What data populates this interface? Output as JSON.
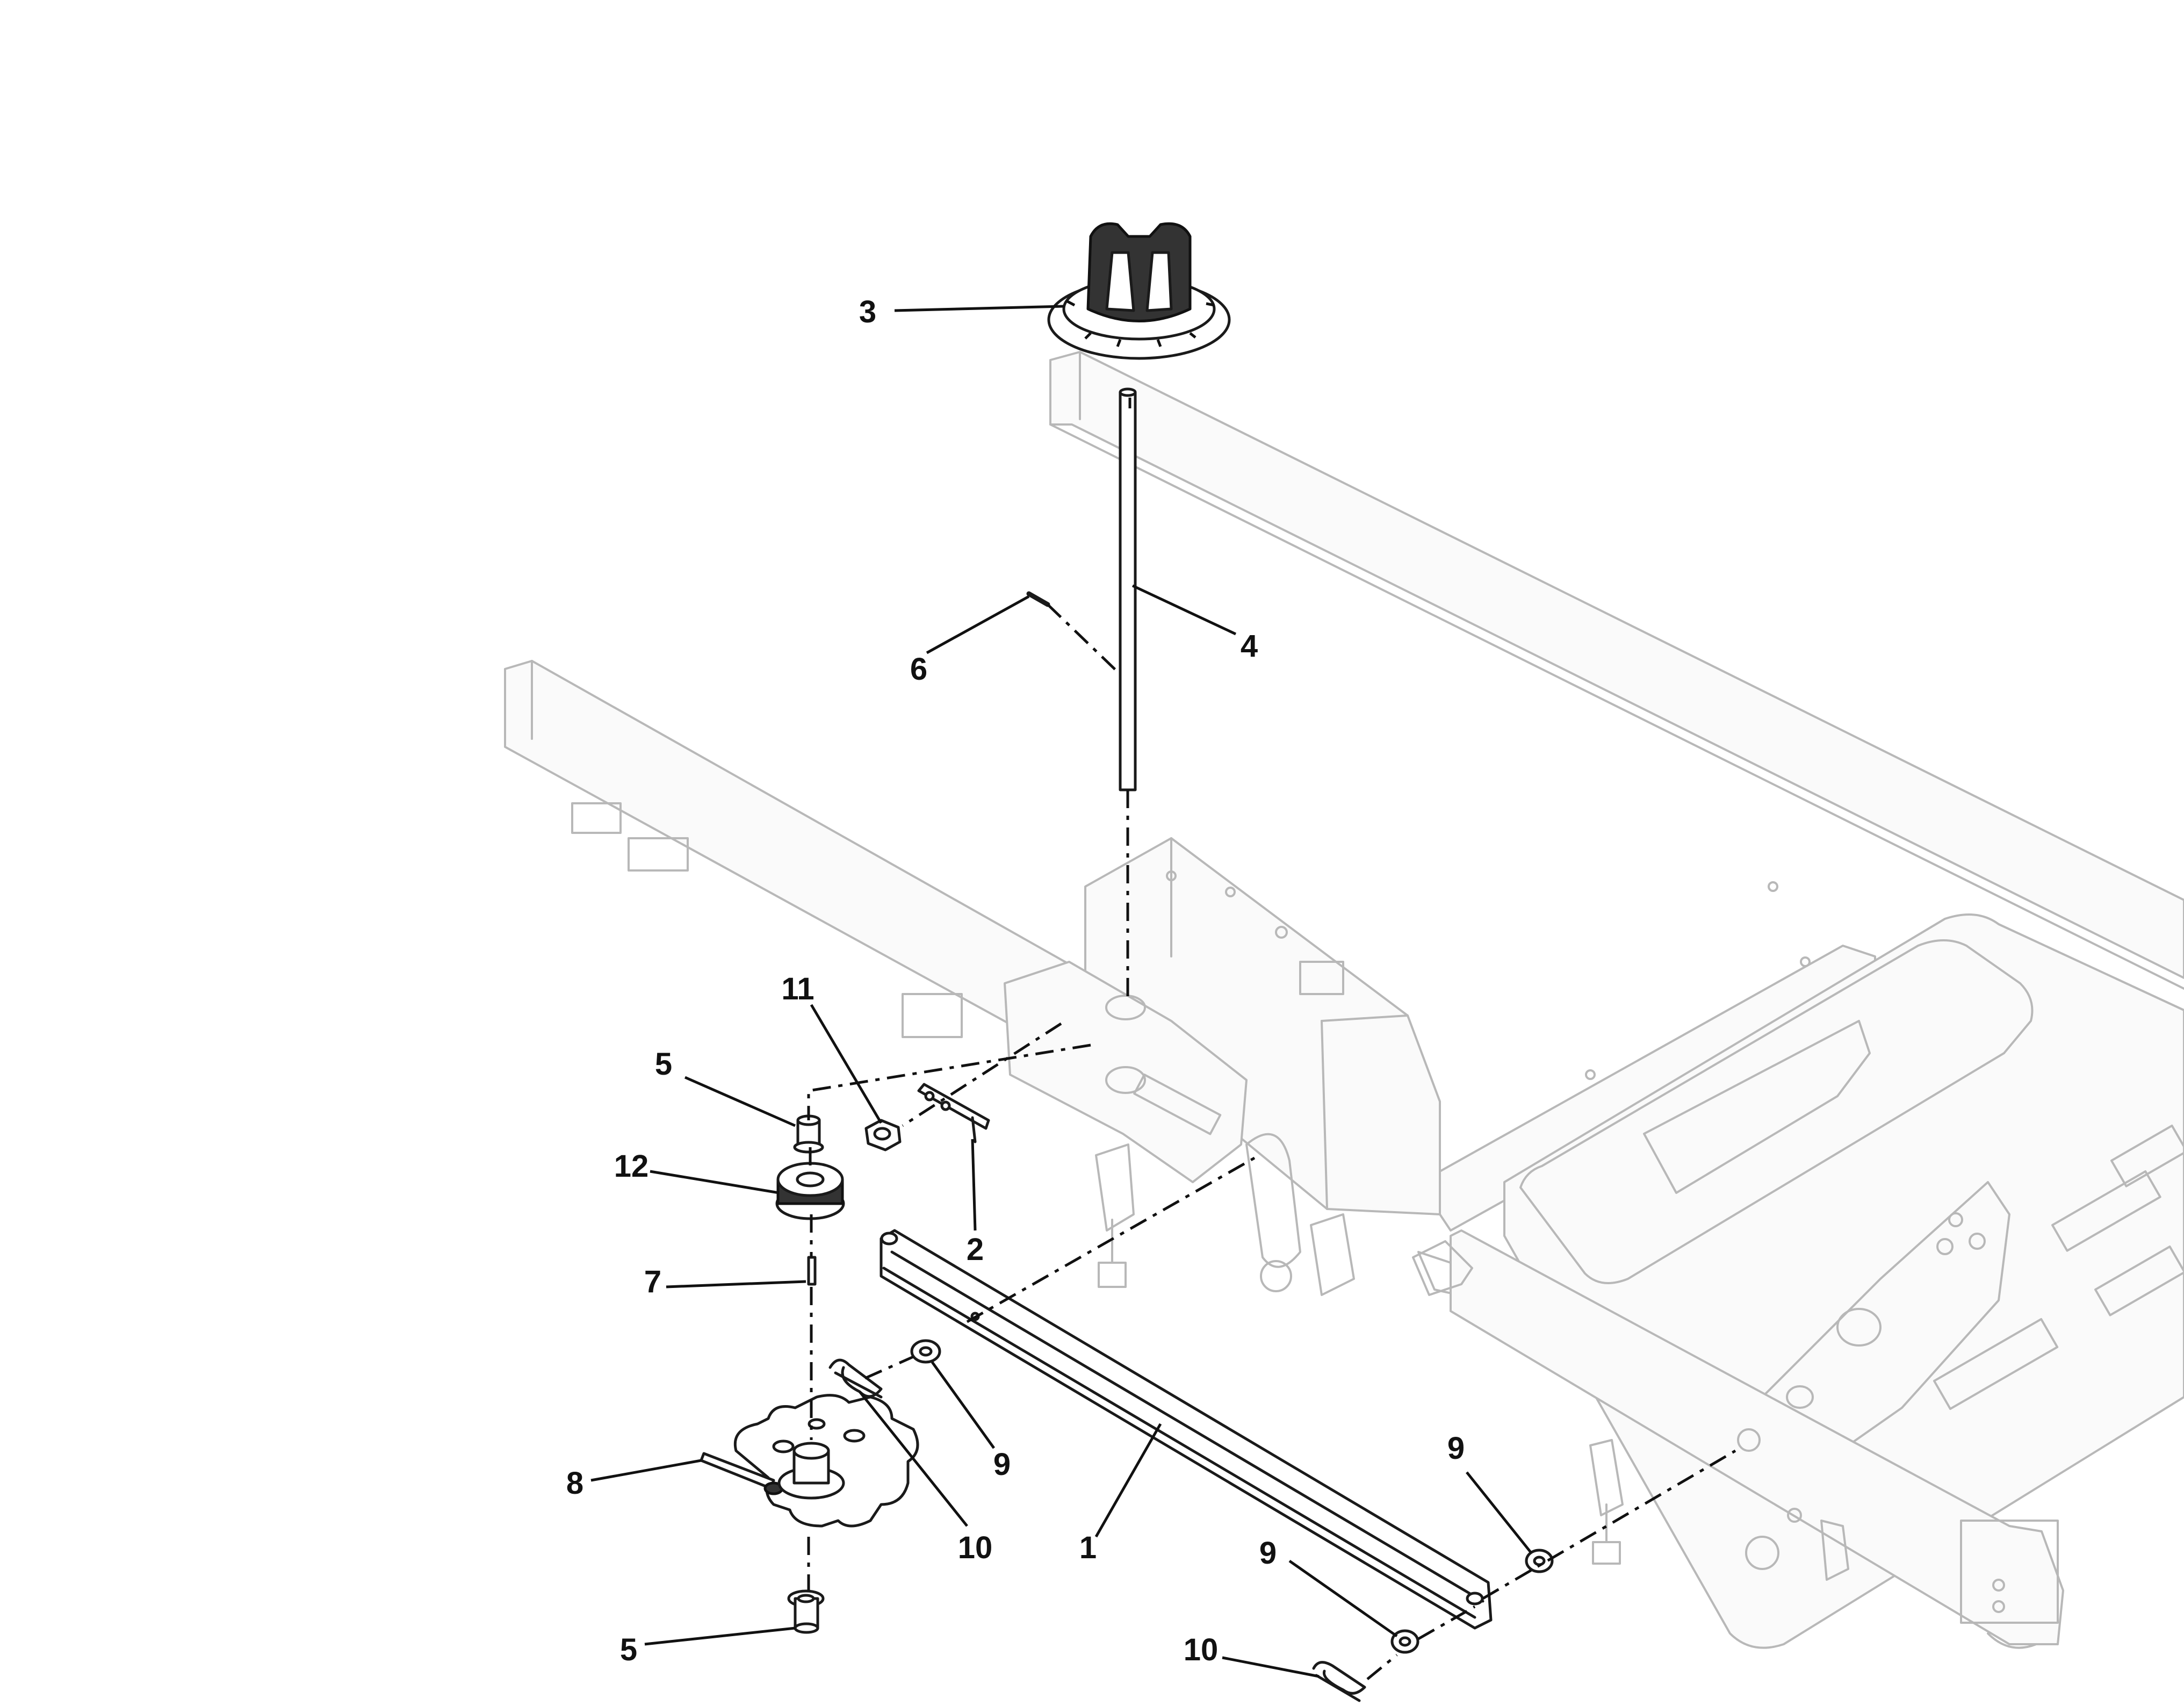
{
  "callouts": [
    {
      "id": "c1",
      "label": "1"
    },
    {
      "id": "c2",
      "label": "2"
    },
    {
      "id": "c3",
      "label": "3"
    },
    {
      "id": "c4",
      "label": "4"
    },
    {
      "id": "c5a",
      "label": "5"
    },
    {
      "id": "c5b",
      "label": "5"
    },
    {
      "id": "c6",
      "label": "6"
    },
    {
      "id": "c7",
      "label": "7"
    },
    {
      "id": "c8",
      "label": "8"
    },
    {
      "id": "c9a",
      "label": "9"
    },
    {
      "id": "c9b",
      "label": "9"
    },
    {
      "id": "c9c",
      "label": "9"
    },
    {
      "id": "c10a",
      "label": "10"
    },
    {
      "id": "c10b",
      "label": "10"
    },
    {
      "id": "c11",
      "label": "11"
    },
    {
      "id": "c12",
      "label": "12"
    }
  ],
  "colors": {
    "line": "#111111",
    "frame": "#b8b8b8",
    "background": "#ffffff"
  }
}
